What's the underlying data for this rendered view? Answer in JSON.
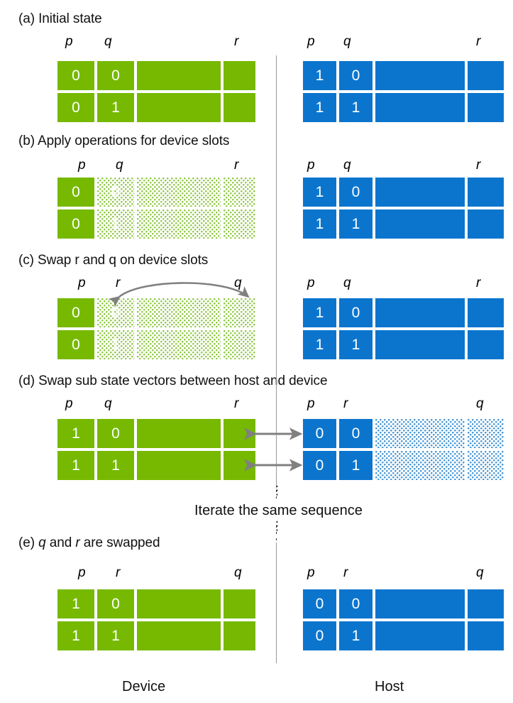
{
  "figure": {
    "device_label": "Device",
    "host_label": "Host",
    "iterate_label": "Iterate the same sequence",
    "colors": {
      "device_solid": "#76b900",
      "device_hatch": "#8cc63f",
      "host_solid": "#0b75ce",
      "host_hatch": "#3d92d6",
      "arrow": "#808080",
      "divider": "#9a9a9a",
      "value_text": "#ffffff"
    }
  },
  "panels": [
    {
      "id": "a",
      "title": "(a) Initial state",
      "device": {
        "columns": [
          "p",
          "q",
          "",
          "r"
        ],
        "rows": [
          [
            {
              "value": "0",
              "fill": "solid"
            },
            {
              "value": "0",
              "fill": "solid"
            },
            {
              "value": "",
              "fill": "solid"
            },
            {
              "value": "",
              "fill": "solid"
            }
          ],
          [
            {
              "value": "0",
              "fill": "solid"
            },
            {
              "value": "1",
              "fill": "solid"
            },
            {
              "value": "",
              "fill": "solid"
            },
            {
              "value": "",
              "fill": "solid"
            }
          ]
        ]
      },
      "host": {
        "columns": [
          "p",
          "q",
          "",
          "r"
        ],
        "rows": [
          [
            {
              "value": "1",
              "fill": "solid"
            },
            {
              "value": "0",
              "fill": "solid"
            },
            {
              "value": "",
              "fill": "solid"
            },
            {
              "value": "",
              "fill": "solid"
            }
          ],
          [
            {
              "value": "1",
              "fill": "solid"
            },
            {
              "value": "1",
              "fill": "solid"
            },
            {
              "value": "",
              "fill": "solid"
            },
            {
              "value": "",
              "fill": "solid"
            }
          ]
        ]
      }
    },
    {
      "id": "b",
      "title": "(b) Apply operations for device slots",
      "device": {
        "columns": [
          "p",
          "q",
          "",
          "r"
        ],
        "rows": [
          [
            {
              "value": "0",
              "fill": "solid"
            },
            {
              "value": "0",
              "fill": "hatch"
            },
            {
              "value": "",
              "fill": "hatch"
            },
            {
              "value": "",
              "fill": "hatch"
            }
          ],
          [
            {
              "value": "0",
              "fill": "solid"
            },
            {
              "value": "1",
              "fill": "hatch"
            },
            {
              "value": "",
              "fill": "hatch"
            },
            {
              "value": "",
              "fill": "hatch"
            }
          ]
        ]
      },
      "host": {
        "columns": [
          "p",
          "q",
          "",
          "r"
        ],
        "rows": [
          [
            {
              "value": "1",
              "fill": "solid"
            },
            {
              "value": "0",
              "fill": "solid"
            },
            {
              "value": "",
              "fill": "solid"
            },
            {
              "value": "",
              "fill": "solid"
            }
          ],
          [
            {
              "value": "1",
              "fill": "solid"
            },
            {
              "value": "1",
              "fill": "solid"
            },
            {
              "value": "",
              "fill": "solid"
            },
            {
              "value": "",
              "fill": "solid"
            }
          ]
        ]
      }
    },
    {
      "id": "c",
      "title": "(c) Swap r and q on device slots",
      "device": {
        "columns": [
          "p",
          "r",
          "",
          "q"
        ],
        "rows": [
          [
            {
              "value": "0",
              "fill": "solid"
            },
            {
              "value": "0",
              "fill": "hatch"
            },
            {
              "value": "",
              "fill": "hatch"
            },
            {
              "value": "",
              "fill": "hatch"
            }
          ],
          [
            {
              "value": "0",
              "fill": "solid"
            },
            {
              "value": "1",
              "fill": "hatch"
            },
            {
              "value": "",
              "fill": "hatch"
            },
            {
              "value": "",
              "fill": "hatch"
            }
          ]
        ]
      },
      "host": {
        "columns": [
          "p",
          "q",
          "",
          "r"
        ],
        "rows": [
          [
            {
              "value": "1",
              "fill": "solid"
            },
            {
              "value": "0",
              "fill": "solid"
            },
            {
              "value": "",
              "fill": "solid"
            },
            {
              "value": "",
              "fill": "solid"
            }
          ],
          [
            {
              "value": "1",
              "fill": "solid"
            },
            {
              "value": "1",
              "fill": "solid"
            },
            {
              "value": "",
              "fill": "solid"
            },
            {
              "value": "",
              "fill": "solid"
            }
          ]
        ]
      }
    },
    {
      "id": "d",
      "title": "(d) Swap sub state vectors between host and device",
      "device": {
        "columns": [
          "p",
          "q",
          "",
          "r"
        ],
        "rows": [
          [
            {
              "value": "1",
              "fill": "solid"
            },
            {
              "value": "0",
              "fill": "solid"
            },
            {
              "value": "",
              "fill": "solid"
            },
            {
              "value": "",
              "fill": "solid"
            }
          ],
          [
            {
              "value": "1",
              "fill": "solid"
            },
            {
              "value": "1",
              "fill": "solid"
            },
            {
              "value": "",
              "fill": "solid"
            },
            {
              "value": "",
              "fill": "solid"
            }
          ]
        ]
      },
      "host": {
        "columns": [
          "p",
          "r",
          "",
          "q"
        ],
        "rows": [
          [
            {
              "value": "0",
              "fill": "solid"
            },
            {
              "value": "0",
              "fill": "solid"
            },
            {
              "value": "",
              "fill": "hatch"
            },
            {
              "value": "",
              "fill": "hatch"
            }
          ],
          [
            {
              "value": "0",
              "fill": "solid"
            },
            {
              "value": "1",
              "fill": "solid"
            },
            {
              "value": "",
              "fill": "hatch"
            },
            {
              "value": "",
              "fill": "hatch"
            }
          ]
        ]
      }
    },
    {
      "id": "e",
      "title_parts": [
        "(e) ",
        "q",
        " and ",
        "r",
        " are swapped"
      ],
      "title": "(e) q and r are swapped",
      "device": {
        "columns": [
          "p",
          "r",
          "",
          "q"
        ],
        "rows": [
          [
            {
              "value": "1",
              "fill": "solid"
            },
            {
              "value": "0",
              "fill": "solid"
            },
            {
              "value": "",
              "fill": "solid"
            },
            {
              "value": "",
              "fill": "solid"
            }
          ],
          [
            {
              "value": "1",
              "fill": "solid"
            },
            {
              "value": "1",
              "fill": "solid"
            },
            {
              "value": "",
              "fill": "solid"
            },
            {
              "value": "",
              "fill": "solid"
            }
          ]
        ]
      },
      "host": {
        "columns": [
          "p",
          "r",
          "",
          "q"
        ],
        "rows": [
          [
            {
              "value": "0",
              "fill": "solid"
            },
            {
              "value": "0",
              "fill": "solid"
            },
            {
              "value": "",
              "fill": "solid"
            },
            {
              "value": "",
              "fill": "solid"
            }
          ],
          [
            {
              "value": "0",
              "fill": "solid"
            },
            {
              "value": "1",
              "fill": "solid"
            },
            {
              "value": "",
              "fill": "solid"
            },
            {
              "value": "",
              "fill": "solid"
            }
          ]
        ]
      }
    }
  ]
}
